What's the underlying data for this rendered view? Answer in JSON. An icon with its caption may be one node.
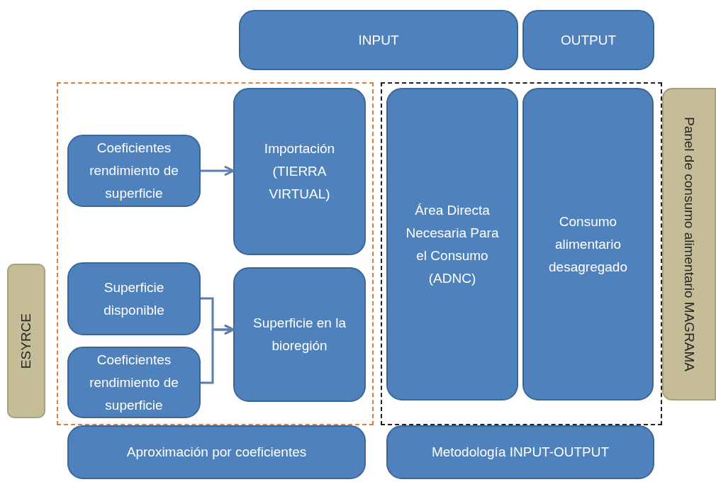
{
  "diagram": {
    "nodes": [
      {
        "text": [
          "INPUT"
        ]
      },
      {
        "text": [
          "OUTPUT"
        ]
      },
      {
        "text": [],
        "shape": "box"
      },
      {
        "text": [
          "Coeficientes rendimiento de superficie"
        ],
        "in": 2
      },
      {
        "text": [
          "Importación (TIERRA VIRTUAL)"
        ],
        "in": 2
      },
      {
        "text": [
          "Superficie disponible"
        ],
        "in": 2
      },
      {
        "text": [
          "Superficie en la bioregión"
        ],
        "in": 2
      },
      {
        "text": [
          "Coeficientes rendimiento de superficie"
        ],
        "in": 2
      },
      {
        "text": [],
        "shape": "box"
      },
      {
        "text": [
          "Área Directa Necesaria Para el Consumo (ADNC)"
        ],
        "in": 8
      },
      {
        "text": [
          "Consumo alimentario desagregado"
        ],
        "in": 8
      },
      {
        "text": [
          "Panel de consumo alimentario MAGRAMA"
        ]
      },
      {
        "text": [
          "ESYRCE"
        ]
      },
      {
        "text": [
          "Aproximación por coeficientes"
        ]
      },
      {
        "text": [
          "Metodología INPUT-OUTPUT"
        ]
      }
    ],
    "edges": [
      {
        "from": 3,
        "to": 4,
        "arrow": "to"
      },
      {
        "from": 5,
        "to": 6,
        "arrow": "to"
      },
      {
        "from": 7,
        "to": 6,
        "arrow": "to"
      }
    ]
  }
}
